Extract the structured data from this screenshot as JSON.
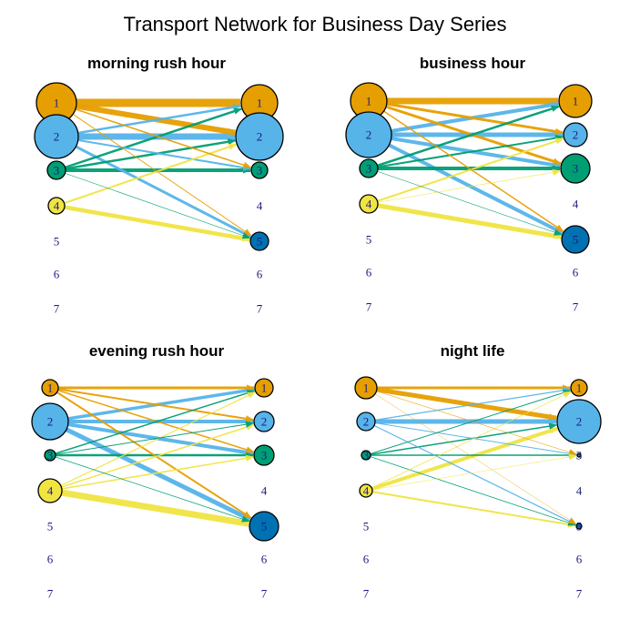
{
  "title": "Transport Network for Business Day Series",
  "colors": {
    "1": "#E69F00",
    "2": "#56B4E9",
    "3": "#009E73",
    "4": "#F0E442",
    "5": "#0072B2",
    "6": "#D55E00",
    "7": "#CC79A7"
  },
  "node_labels": [
    "1",
    "2",
    "3",
    "4",
    "5",
    "6",
    "7"
  ],
  "panels": [
    {
      "title": "morning rush hour",
      "left_sizes": {
        "1": 22,
        "2": 24,
        "3": 10,
        "4": 9
      },
      "right_sizes": {
        "1": 20,
        "2": 26,
        "3": 9,
        "5": 10
      },
      "edges": [
        {
          "from": 1,
          "to": 1,
          "w": 9
        },
        {
          "from": 1,
          "to": 2,
          "w": 6
        },
        {
          "from": 1,
          "to": 3,
          "w": 1.5
        },
        {
          "from": 1,
          "to": 5,
          "w": 1
        },
        {
          "from": 2,
          "to": 1,
          "w": 2.5
        },
        {
          "from": 2,
          "to": 2,
          "w": 7
        },
        {
          "from": 2,
          "to": 3,
          "w": 2
        },
        {
          "from": 2,
          "to": 5,
          "w": 3
        },
        {
          "from": 3,
          "to": 1,
          "w": 2.5
        },
        {
          "from": 3,
          "to": 2,
          "w": 2.5
        },
        {
          "from": 3,
          "to": 3,
          "w": 4
        },
        {
          "from": 3,
          "to": 5,
          "w": 0.6
        },
        {
          "from": 4,
          "to": 2,
          "w": 2
        },
        {
          "from": 4,
          "to": 5,
          "w": 4.5
        }
      ]
    },
    {
      "title": "business hour",
      "left_sizes": {
        "1": 20,
        "2": 25,
        "3": 10,
        "4": 10
      },
      "right_sizes": {
        "1": 18,
        "2": 13,
        "3": 16,
        "5": 15
      },
      "edges": [
        {
          "from": 1,
          "to": 1,
          "w": 7
        },
        {
          "from": 1,
          "to": 2,
          "w": 3
        },
        {
          "from": 1,
          "to": 3,
          "w": 3
        },
        {
          "from": 1,
          "to": 5,
          "w": 1.5
        },
        {
          "from": 2,
          "to": 1,
          "w": 4
        },
        {
          "from": 2,
          "to": 2,
          "w": 5
        },
        {
          "from": 2,
          "to": 3,
          "w": 4
        },
        {
          "from": 2,
          "to": 5,
          "w": 4
        },
        {
          "from": 3,
          "to": 1,
          "w": 2.5
        },
        {
          "from": 3,
          "to": 2,
          "w": 2
        },
        {
          "from": 3,
          "to": 3,
          "w": 4
        },
        {
          "from": 3,
          "to": 5,
          "w": 0.6
        },
        {
          "from": 4,
          "to": 2,
          "w": 2
        },
        {
          "from": 4,
          "to": 3,
          "w": 0.6
        },
        {
          "from": 4,
          "to": 5,
          "w": 5
        }
      ]
    },
    {
      "title": "evening rush hour",
      "left_sizes": {
        "1": 9,
        "2": 20,
        "3": 6,
        "4": 13
      },
      "right_sizes": {
        "1": 10,
        "2": 11,
        "3": 11,
        "5": 16
      },
      "edges": [
        {
          "from": 1,
          "to": 1,
          "w": 3
        },
        {
          "from": 1,
          "to": 2,
          "w": 2
        },
        {
          "from": 1,
          "to": 3,
          "w": 1.5
        },
        {
          "from": 1,
          "to": 5,
          "w": 2
        },
        {
          "from": 2,
          "to": 1,
          "w": 3.5
        },
        {
          "from": 2,
          "to": 2,
          "w": 4
        },
        {
          "from": 2,
          "to": 3,
          "w": 4
        },
        {
          "from": 2,
          "to": 5,
          "w": 5
        },
        {
          "from": 3,
          "to": 1,
          "w": 1.5
        },
        {
          "from": 3,
          "to": 2,
          "w": 1
        },
        {
          "from": 3,
          "to": 3,
          "w": 2.5
        },
        {
          "from": 3,
          "to": 5,
          "w": 0.8
        },
        {
          "from": 4,
          "to": 1,
          "w": 1.2
        },
        {
          "from": 4,
          "to": 2,
          "w": 1.5
        },
        {
          "from": 4,
          "to": 3,
          "w": 1.5
        },
        {
          "from": 4,
          "to": 5,
          "w": 7
        }
      ]
    },
    {
      "title": "night life",
      "left_sizes": {
        "1": 12,
        "2": 10,
        "3": 5,
        "4": 7
      },
      "right_sizes": {
        "1": 9,
        "2": 24,
        "3": 2,
        "5": 3
      },
      "edges": [
        {
          "from": 1,
          "to": 1,
          "w": 3
        },
        {
          "from": 1,
          "to": 2,
          "w": 5
        },
        {
          "from": 1,
          "to": 3,
          "w": 0.6
        },
        {
          "from": 1,
          "to": 5,
          "w": 0.4
        },
        {
          "from": 2,
          "to": 1,
          "w": 1.2
        },
        {
          "from": 2,
          "to": 2,
          "w": 5
        },
        {
          "from": 2,
          "to": 3,
          "w": 1
        },
        {
          "from": 2,
          "to": 5,
          "w": 1.2
        },
        {
          "from": 3,
          "to": 1,
          "w": 1
        },
        {
          "from": 3,
          "to": 2,
          "w": 1.5
        },
        {
          "from": 3,
          "to": 3,
          "w": 1.5
        },
        {
          "from": 3,
          "to": 5,
          "w": 0.8
        },
        {
          "from": 4,
          "to": 1,
          "w": 0.8
        },
        {
          "from": 4,
          "to": 2,
          "w": 4
        },
        {
          "from": 4,
          "to": 3,
          "w": 0.5
        },
        {
          "from": 4,
          "to": 5,
          "w": 2
        }
      ]
    }
  ]
}
